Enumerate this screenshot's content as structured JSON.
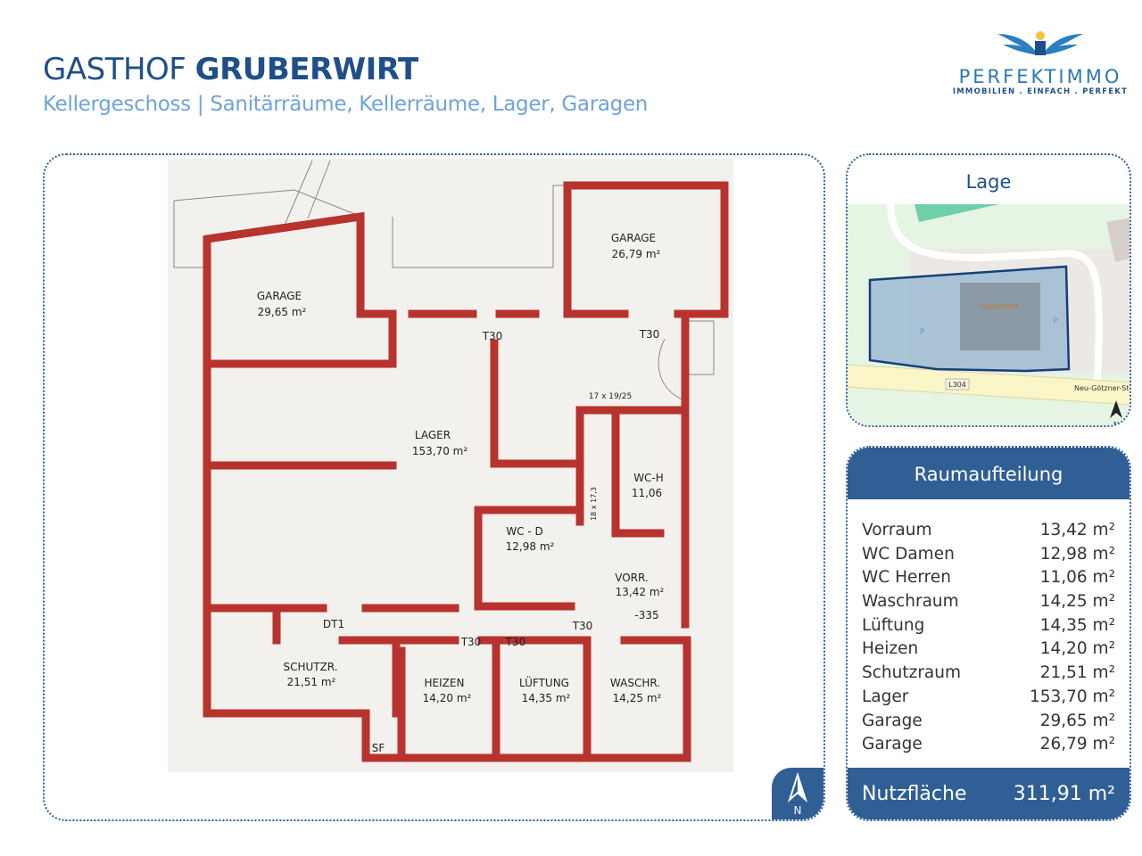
{
  "header": {
    "title_light": "GASTHOF ",
    "title_bold": "GRUBERWIRT",
    "subtitle": "Kellergeschoss | Sanitärräume, Kellerräume, Lager, Garagen"
  },
  "logo": {
    "brand": "PERFEKTIMMO",
    "tagline": "IMMOBILIEN . EINFACH . PERFEKT"
  },
  "plan": {
    "labels": {
      "garage1": "GARAGE",
      "garage1_area": "29,65 m²",
      "garage2": "GARAGE",
      "garage2_area": "26,79 m²",
      "lager": "LAGER",
      "lager_area": "153,70 m²",
      "wch": "WC-H",
      "wch_area": "11,06",
      "wcd": "WC - D",
      "wcd_area": "12,98 m²",
      "vorr": "VORR.",
      "vorr_area": "13,42 m²",
      "level": "-335",
      "dt1": "DT1",
      "schutz": "SCHUTZR.",
      "schutz_area": "21,51 m²",
      "heizen": "HEIZEN",
      "heizen_area": "14,20 m²",
      "lueftung": "LÜFTUNG",
      "lueftung_area": "14,35 m²",
      "waschr": "WASCHR.",
      "waschr_area": "14,25 m²",
      "sf": "SF",
      "stairs1": "17 x 19/25",
      "stairs2": "18 x 17,3",
      "t30": "T30"
    },
    "compass": "N"
  },
  "map": {
    "title": "Lage",
    "poi": "Gruberwirt",
    "parking": "P",
    "road_ref": "L304",
    "street": "Neu-Götzner-St",
    "compass": "N"
  },
  "rooms": {
    "title": "Raumaufteilung",
    "items": [
      {
        "name": "Vorraum",
        "area": "13,42 m²"
      },
      {
        "name": "WC Damen",
        "area": "12,98 m²"
      },
      {
        "name": "WC Herren",
        "area": "11,06 m²"
      },
      {
        "name": "Waschraum",
        "area": "14,25 m²"
      },
      {
        "name": "Lüftung",
        "area": "14,35 m²"
      },
      {
        "name": "Heizen",
        "area": "14,20 m²"
      },
      {
        "name": "Schutzraum",
        "area": "21,51 m²"
      },
      {
        "name": "Lager",
        "area": "153,70 m²"
      },
      {
        "name": "Garage",
        "area": "29,65 m²"
      },
      {
        "name": "Garage",
        "area": "26,79 m²"
      }
    ],
    "total_label": "Nutzfläche",
    "total_value": "311,91 m²"
  },
  "colors": {
    "brand": "#2f5f94",
    "wall": "#b8322e",
    "subtitle": "#6fa3d8"
  }
}
